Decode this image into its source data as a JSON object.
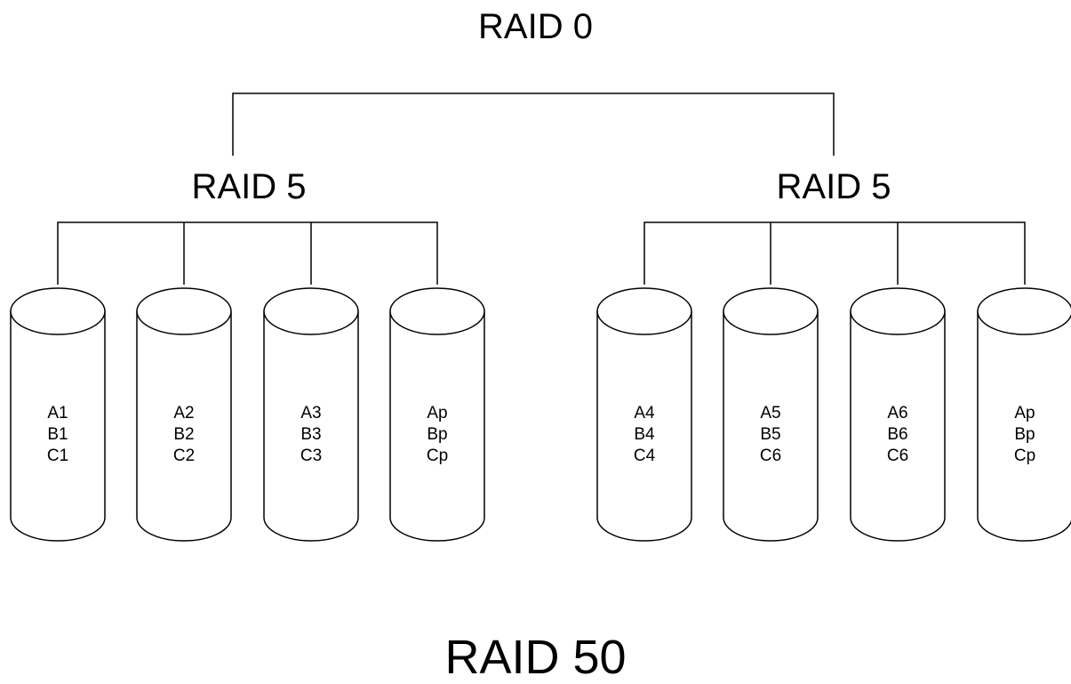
{
  "title_top": "RAID 0",
  "title_bottom": "RAID 50",
  "groups": [
    {
      "label": "RAID 5",
      "disks": [
        {
          "lines": [
            "A1",
            "B1",
            "C1"
          ]
        },
        {
          "lines": [
            "A2",
            "B2",
            "C2"
          ]
        },
        {
          "lines": [
            "A3",
            "B3",
            "C3"
          ]
        },
        {
          "lines": [
            "Ap",
            "Bp",
            "Cp"
          ]
        }
      ]
    },
    {
      "label": "RAID 5",
      "disks": [
        {
          "lines": [
            "A4",
            "B4",
            "C4"
          ]
        },
        {
          "lines": [
            "A5",
            "B5",
            "C6"
          ]
        },
        {
          "lines": [
            "A6",
            "B6",
            "C6"
          ]
        },
        {
          "lines": [
            "Ap",
            "Bp",
            "Cp"
          ]
        }
      ]
    }
  ],
  "colors": {
    "stroke": "#000000",
    "fill": "#ffffff",
    "text": "#000000"
  }
}
